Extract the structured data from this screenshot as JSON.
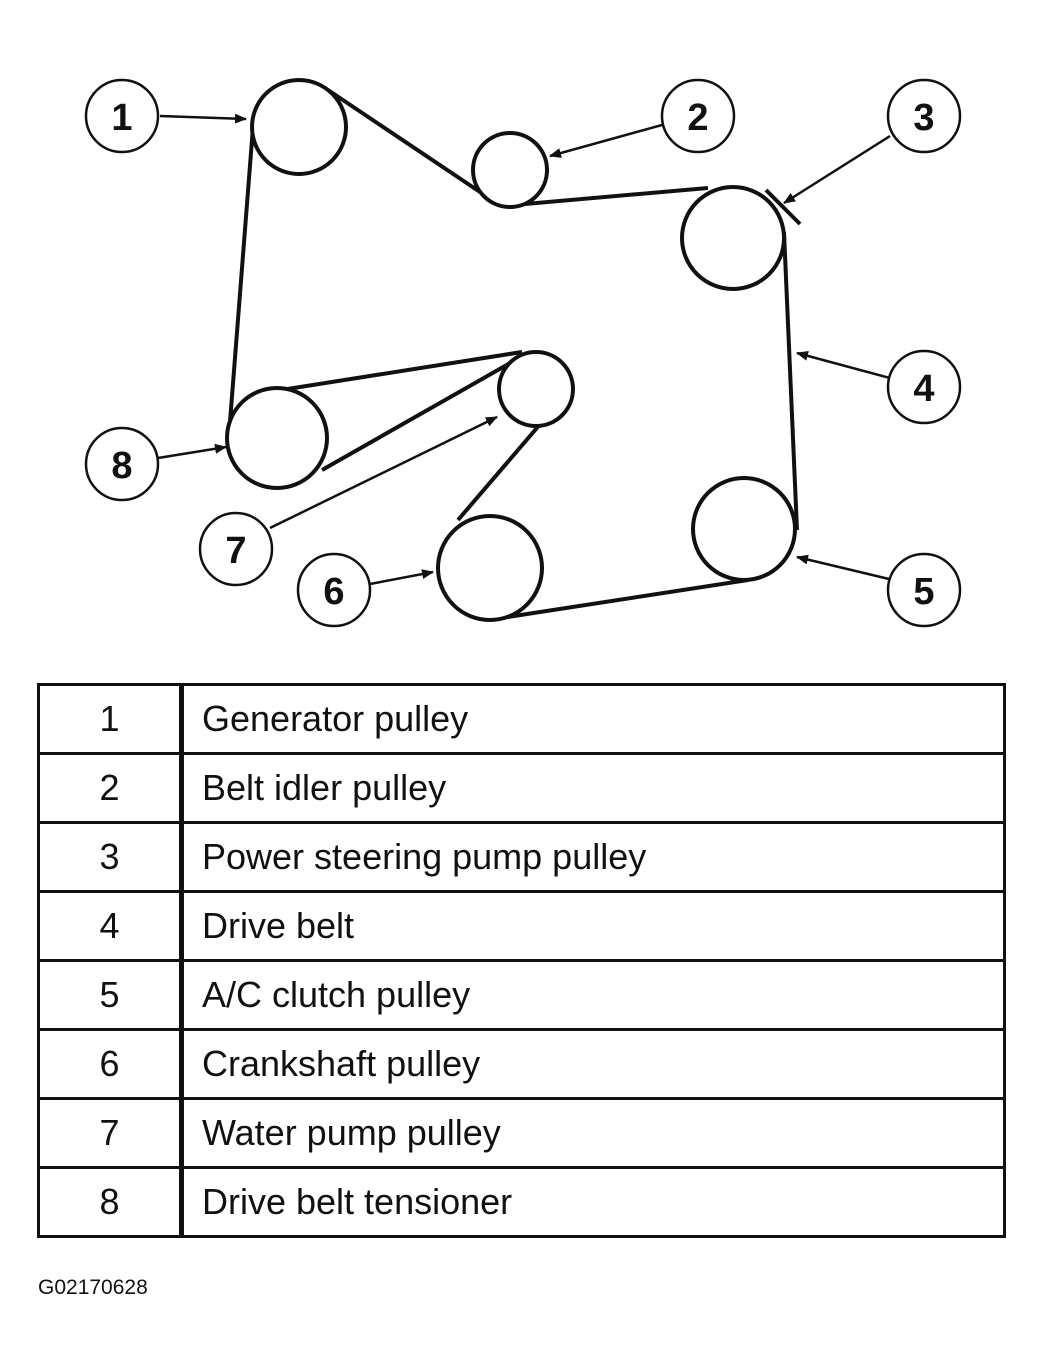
{
  "diagram": {
    "callouts": [
      {
        "number": "1"
      },
      {
        "number": "2"
      },
      {
        "number": "3"
      },
      {
        "number": "4"
      },
      {
        "number": "5"
      },
      {
        "number": "6"
      },
      {
        "number": "7"
      },
      {
        "number": "8"
      }
    ]
  },
  "legend": {
    "rows": [
      {
        "number": "1",
        "label": "Generator pulley"
      },
      {
        "number": "2",
        "label": "Belt idler pulley"
      },
      {
        "number": "3",
        "label": "Power steering pump pulley"
      },
      {
        "number": "4",
        "label": "Drive belt"
      },
      {
        "number": "5",
        "label": "A/C clutch pulley"
      },
      {
        "number": "6",
        "label": "Crankshaft pulley"
      },
      {
        "number": "7",
        "label": "Water pump pulley"
      },
      {
        "number": "8",
        "label": "Drive belt tensioner"
      }
    ]
  },
  "figure_code": "G02170628"
}
